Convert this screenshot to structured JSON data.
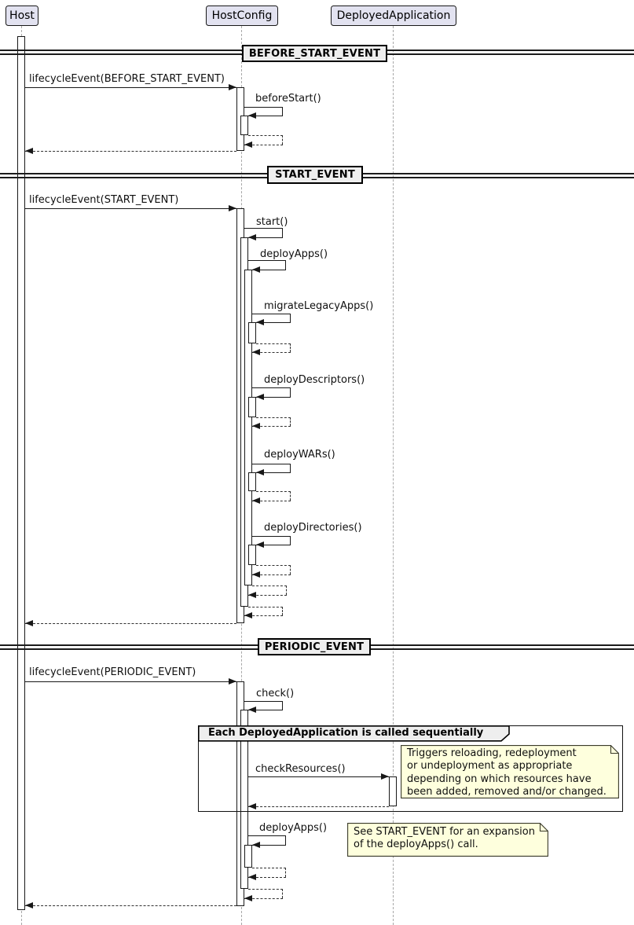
{
  "participants": [
    {
      "label": "Host"
    },
    {
      "label": "HostConfig"
    },
    {
      "label": "DeployedApplication"
    }
  ],
  "dividers": [
    {
      "label": "BEFORE_START_EVENT"
    },
    {
      "label": "START_EVENT"
    },
    {
      "label": "PERIODIC_EVENT"
    }
  ],
  "messages": {
    "lifecycle_before_start": "lifecycleEvent(BEFORE_START_EVENT)",
    "before_start": "beforeStart()",
    "lifecycle_start": "lifecycleEvent(START_EVENT)",
    "start": "start()",
    "deploy_apps": "deployApps()",
    "migrate_legacy_apps": "migrateLegacyApps()",
    "deploy_descriptors": "deployDescriptors()",
    "deploy_wars": "deployWARs()",
    "deploy_directories": "deployDirectories()",
    "lifecycle_periodic": "lifecycleEvent(PERIODIC_EVENT)",
    "check": "check()",
    "check_resources": "checkResources()"
  },
  "frame": {
    "label": "Each DeployedApplication is called sequentially"
  },
  "notes": [
    {
      "lines": [
        "Triggers reloading, redeployment",
        "or undeployment as appropriate",
        "depending on which resources have",
        "been added, removed and/or changed."
      ]
    },
    {
      "lines": [
        "See START_EVENT for an expansion",
        "of the deployApps() call."
      ]
    }
  ],
  "colors": {
    "participant_fill": "#E2E2F0",
    "participant_border": "#181818",
    "activation_fill": "#FFFFFF",
    "note_fill": "#FEFFDD",
    "note_border": "#3a3a2a",
    "divider_fill": "#EEEEEE",
    "frame_label_fill": "#EEEEEE",
    "line": "#181818",
    "lifeline": "#A8A8A8"
  }
}
